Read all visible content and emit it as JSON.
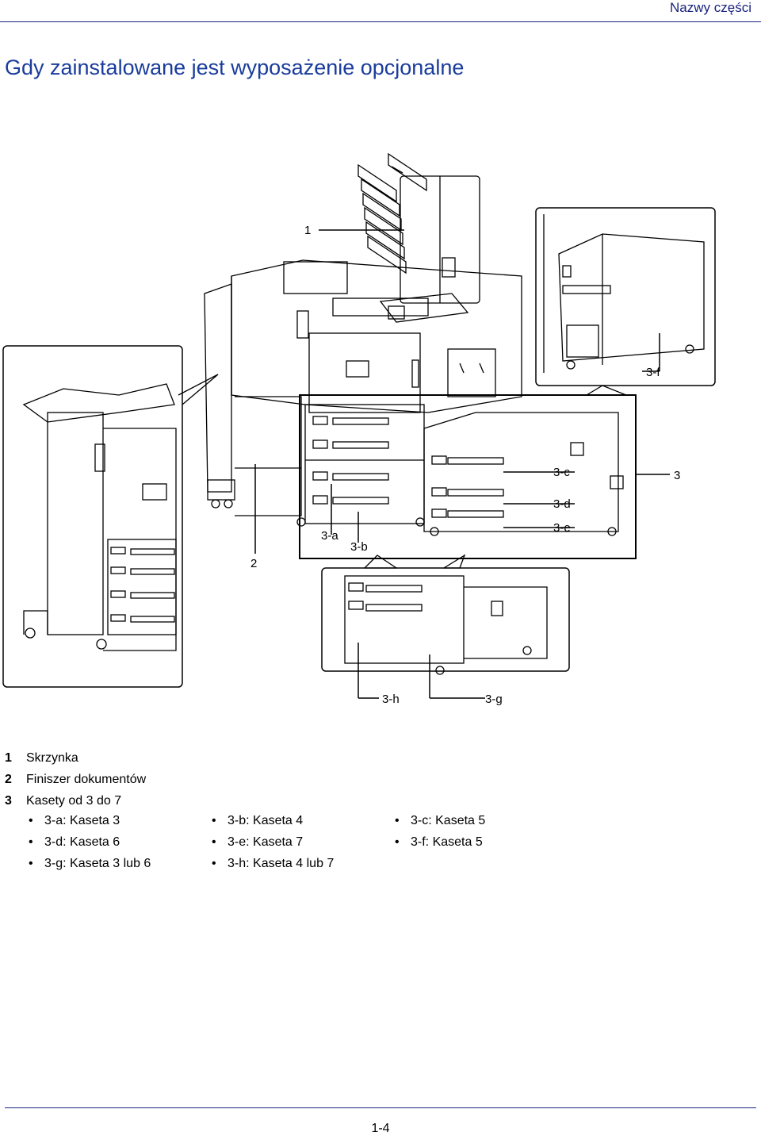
{
  "header": {
    "section_title": "Nazwy części"
  },
  "heading": "Gdy zainstalowane jest wyposażenie opcjonalne",
  "figure": {
    "callouts": {
      "c1": "1",
      "c2": "2",
      "c3": "3",
      "c3a": "3-a",
      "c3b": "3-b",
      "c3c": "3-c",
      "c3d": "3-d",
      "c3e": "3-e",
      "c3f": "3-f",
      "c3g": "3-g",
      "c3h": "3-h"
    }
  },
  "legend": [
    {
      "num": "1",
      "text": "Skrzynka"
    },
    {
      "num": "2",
      "text": "Finiszer dokumentów"
    },
    {
      "num": "3",
      "text": "Kasety od 3 do 7"
    }
  ],
  "bullets": [
    [
      "3-a: Kaseta 3",
      "3-b: Kaseta 4",
      "3-c: Kaseta 5"
    ],
    [
      "3-d: Kaseta 6",
      "3-e: Kaseta 7",
      "3-f: Kaseta 5"
    ],
    [
      "3-g: Kaseta 3 lub 6",
      "3-h: Kaseta 4 lub 7"
    ]
  ],
  "footer": {
    "page_number": "1-4"
  }
}
